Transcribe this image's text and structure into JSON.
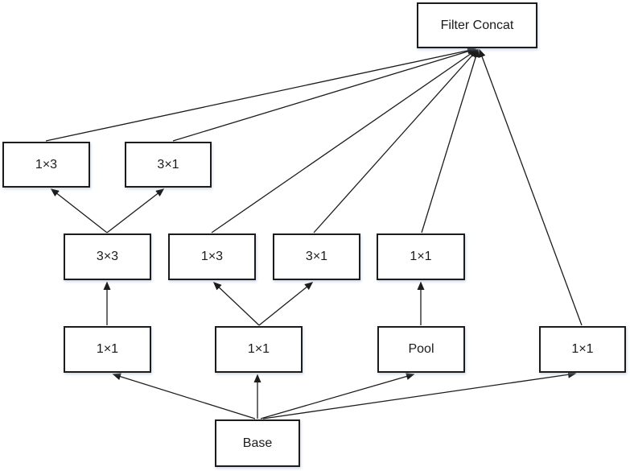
{
  "diagram": {
    "type": "inception-module-flow-diagram",
    "nodes": {
      "filter_concat": {
        "label": "Filter Concat"
      },
      "top_1x3": {
        "label": "1×3"
      },
      "top_3x1": {
        "label": "3×1"
      },
      "mid_3x3": {
        "label": "3×3"
      },
      "mid_1x3": {
        "label": "1×3"
      },
      "mid_3x1": {
        "label": "3×1"
      },
      "mid_1x1": {
        "label": "1×1"
      },
      "low_1x1_left": {
        "label": "1×1"
      },
      "low_1x1_center": {
        "label": "1×1"
      },
      "pool": {
        "label": "Pool"
      },
      "right_1x1": {
        "label": "1×1"
      },
      "base": {
        "label": "Base"
      }
    },
    "edges": [
      {
        "from": "base",
        "to": "low_1x1_left"
      },
      {
        "from": "base",
        "to": "low_1x1_center"
      },
      {
        "from": "base",
        "to": "pool"
      },
      {
        "from": "base",
        "to": "right_1x1"
      },
      {
        "from": "low_1x1_left",
        "to": "mid_3x3"
      },
      {
        "from": "mid_3x3",
        "to": "top_1x3"
      },
      {
        "from": "mid_3x3",
        "to": "top_3x1"
      },
      {
        "from": "low_1x1_center",
        "to": "mid_1x3"
      },
      {
        "from": "low_1x1_center",
        "to": "mid_3x1"
      },
      {
        "from": "pool",
        "to": "mid_1x1"
      },
      {
        "from": "top_1x3",
        "to": "filter_concat"
      },
      {
        "from": "top_3x1",
        "to": "filter_concat"
      },
      {
        "from": "mid_1x3",
        "to": "filter_concat"
      },
      {
        "from": "mid_3x1",
        "to": "filter_concat"
      },
      {
        "from": "mid_1x1",
        "to": "filter_concat"
      },
      {
        "from": "right_1x1",
        "to": "filter_concat"
      }
    ],
    "colors": {
      "box_border": "#1c1c1c",
      "box_fill": "#ffffff",
      "arrow": "#1c1c1c",
      "background": "#ffffff"
    }
  }
}
